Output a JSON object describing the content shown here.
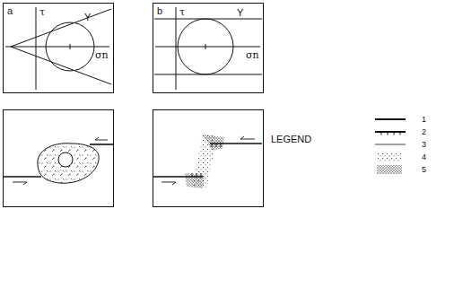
{
  "diagram": {
    "labels": [
      "a",
      "τ",
      "Y",
      "σn",
      "b",
      "τ",
      "Y",
      "σn",
      "LEGEND"
    ],
    "legend": [
      {
        "text": "1"
      },
      {
        "text": "2"
      },
      {
        "text": "3"
      },
      {
        "text": "4"
      },
      {
        "text": "5"
      }
    ]
  }
}
